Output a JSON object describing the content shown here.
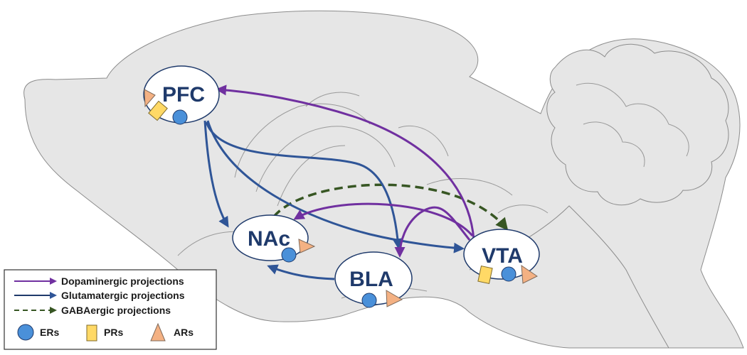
{
  "regions": {
    "pfc": "PFC",
    "nac": "NAc",
    "bla": "BLA",
    "vta": "VTA"
  },
  "legend": {
    "dopaminergic": "Dopaminergic projections",
    "glutamatergic": "Glutamatergic projections",
    "gabaergic": "GABAergic projections",
    "ers": "ERs",
    "prs": "PRs",
    "ars": "ARs"
  },
  "colors": {
    "dopaminergic": "#7030a0",
    "glutamatergic": "#2f5597",
    "gabaergic": "#375623",
    "er_fill": "#4a90d9",
    "pr_fill": "#ffd966",
    "ar_fill": "#f4b183",
    "brain_fill": "#e6e6e6",
    "region_text": "#1f3a6b"
  },
  "projections": {
    "dopaminergic": [
      "VTA→PFC",
      "VTA→NAc",
      "VTA→BLA"
    ],
    "glutamatergic": [
      "PFC→NAc",
      "PFC→BLA",
      "PFC→VTA",
      "BLA→NAc"
    ],
    "gabaergic": [
      "NAc→VTA"
    ]
  },
  "receptors": {
    "pfc": [
      "ar-icon",
      "pr-icon",
      "er-icon"
    ],
    "nac": [
      "er-icon",
      "ar-icon"
    ],
    "bla": [
      "er-icon",
      "ar-icon"
    ],
    "vta": [
      "pr-icon",
      "er-icon",
      "ar-icon"
    ]
  }
}
